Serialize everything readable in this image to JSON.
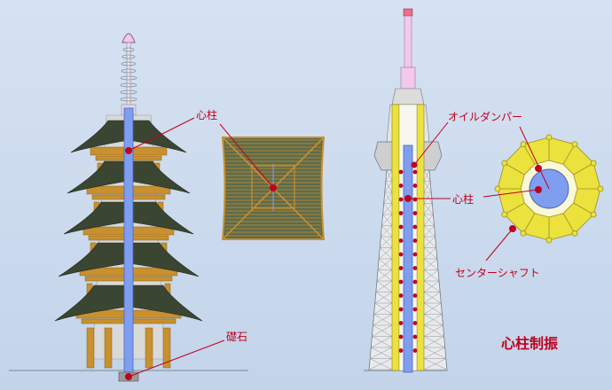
{
  "labels": {
    "pagoda_shinbashira": "心柱",
    "foundation_stone": "礎石",
    "oil_damper": "オイルダンパー",
    "tower_shinbashira": "心柱",
    "center_shaft": "センターシャフト"
  },
  "title": "心柱制振",
  "colors": {
    "annotation": "#c0001e",
    "central_pillar": "#7f9ef0",
    "wood": "#c8902e",
    "roof": "#3a4632",
    "steel_frame": "#6f7b89",
    "shaft": "#ece23e",
    "spire": "#f2c9ea"
  }
}
